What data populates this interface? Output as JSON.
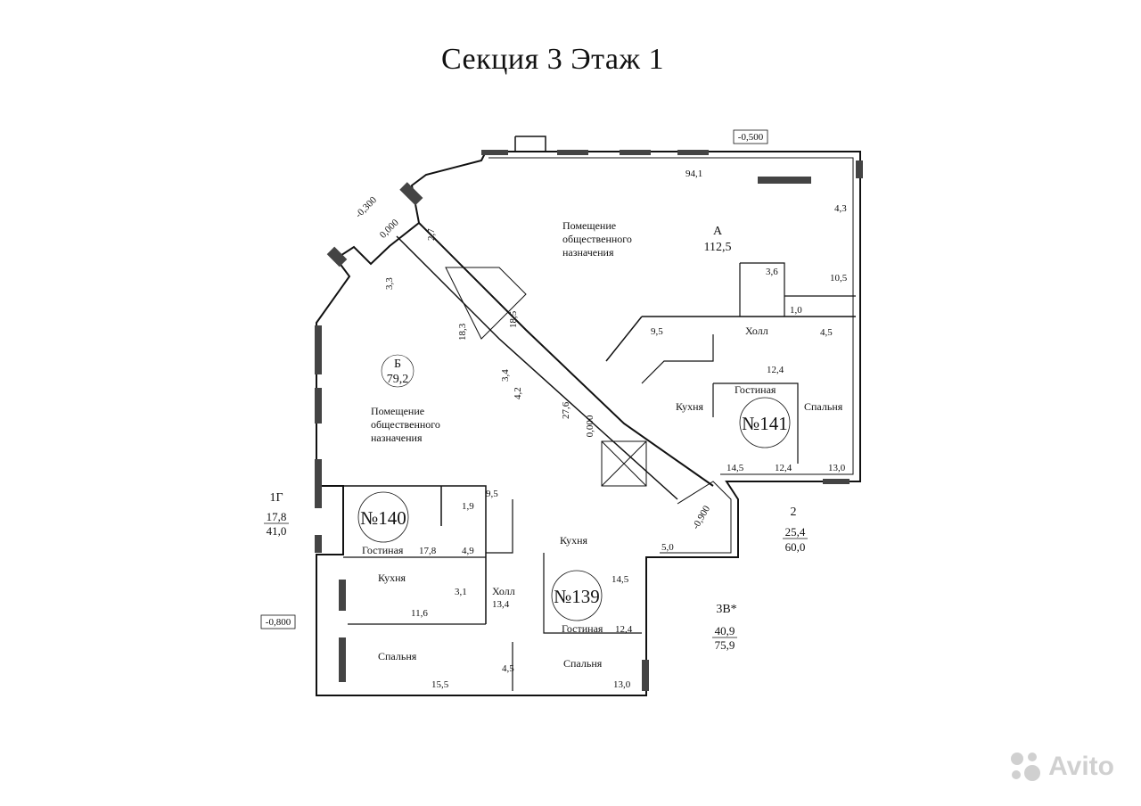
{
  "title": "Секция 3 Этаж 1",
  "elevations": {
    "top": "-0,500",
    "diag_left": "-0,300",
    "diag_inner": "0,000",
    "center": "0,000",
    "bottom_left": "-0,800",
    "right_bay": "-0,900"
  },
  "unit_a": {
    "letter": "А",
    "area": "112,5",
    "name_lines": [
      "Помещение",
      "общественного",
      "назначения"
    ],
    "rooms": [
      "94,1",
      "4,3",
      "10,5",
      "3,6",
      "1,0",
      "2,7",
      "3,3",
      "18,5"
    ]
  },
  "unit_b": {
    "letter": "Б",
    "area": "79,2",
    "name_lines": [
      "Помещение",
      "общественного",
      "назначения"
    ],
    "rooms": [
      "18,3",
      "3,4",
      "4,2",
      "27,6"
    ]
  },
  "apt_141": {
    "number": "№141",
    "rooms": {
      "living": "Гостиная",
      "bedroom": "Спальня",
      "kitchen": "Кухня",
      "hall": "Холл"
    },
    "areas": [
      "9,5",
      "4,5",
      "12,4",
      "14,5",
      "12,4",
      "13,0"
    ],
    "type": "2",
    "area_living": "25,4",
    "area_total": "60,0"
  },
  "apt_140": {
    "number": "№140",
    "rooms": {
      "living": "Гостиная",
      "kitchen": "Кухня",
      "bedroom": "Спальня"
    },
    "areas": [
      "9,5",
      "1,9",
      "17,8",
      "4,9",
      "3,1",
      "11,6",
      "15,5"
    ],
    "type": "1Г",
    "area_living": "17,8",
    "area_total": "41,0"
  },
  "apt_139": {
    "number": "№139",
    "rooms": {
      "kitchen": "Кухня",
      "hall": "Холл",
      "living": "Гостиная",
      "bedroom": "Спальня"
    },
    "areas": [
      "5,0",
      "14,5",
      "13,4",
      "12,4",
      "4,5",
      "13,0"
    ],
    "type": "3В*",
    "area_living": "40,9",
    "area_total": "75,9"
  },
  "watermark": "Avito"
}
